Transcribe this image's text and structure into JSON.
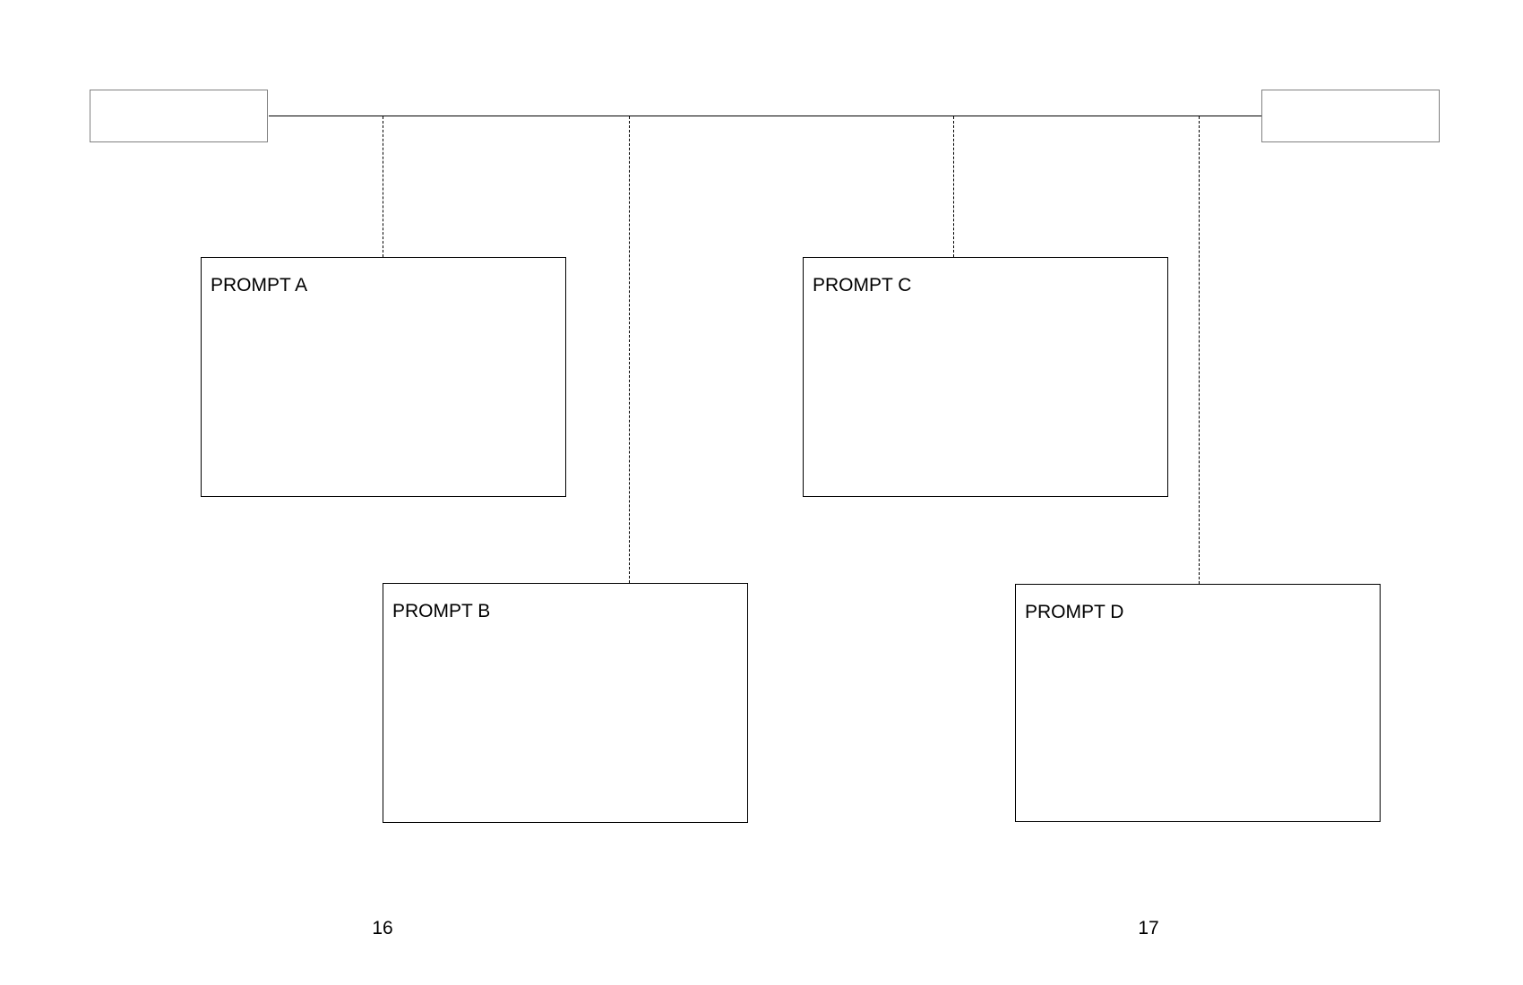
{
  "timeline": {
    "prompts": [
      {
        "id": "a",
        "label": "PROMPT A"
      },
      {
        "id": "b",
        "label": "PROMPT B"
      },
      {
        "id": "c",
        "label": "PROMPT C"
      },
      {
        "id": "d",
        "label": "PROMPT D"
      }
    ]
  },
  "pages": {
    "left": "16",
    "right": "17"
  }
}
